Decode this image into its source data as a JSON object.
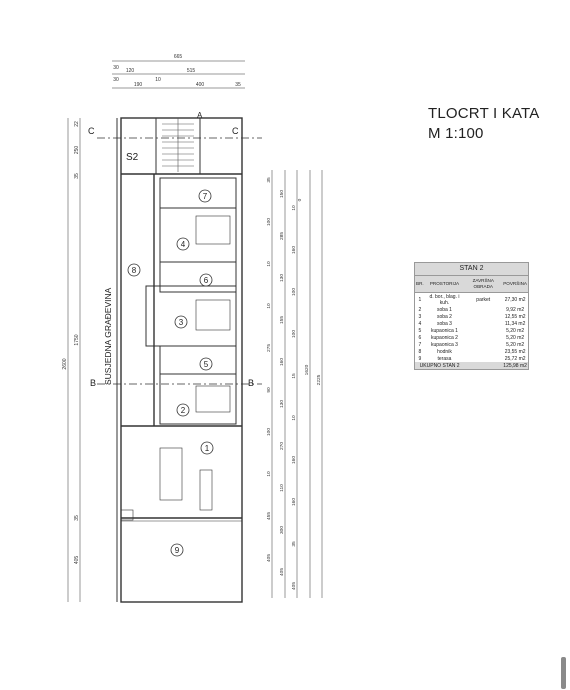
{
  "title": {
    "line1": "TLOCRT I KATA",
    "line2": "M 1:100"
  },
  "sections": {
    "c": "C",
    "b": "B",
    "a": "A",
    "stair": "S2"
  },
  "neighbor_label": "SUSJEDNA GRAĐEVINA",
  "rooms": [
    "1",
    "2",
    "3",
    "4",
    "5",
    "6",
    "7",
    "8",
    "9"
  ],
  "top_dims": {
    "total": "665",
    "inner": "515",
    "d120": "120",
    "d30a": "30",
    "d30b": "30",
    "d190": "190",
    "d10": "10",
    "d400": "400",
    "d35": "35"
  },
  "left_dims": [
    "22",
    "250",
    "35",
    "1750",
    "2600",
    "35",
    "405"
  ],
  "right_dims": [
    "35",
    "150",
    "10",
    "100",
    "285",
    "160",
    "10",
    "130",
    "100",
    "10",
    "155",
    "100",
    "275",
    "160",
    "15",
    "90",
    "130",
    "10",
    "100",
    "270",
    "160",
    "10",
    "110",
    "160",
    "455",
    "300",
    "35",
    "405",
    "405",
    "405"
  ],
  "big_right": [
    "1620",
    "2225",
    "0"
  ],
  "legend": {
    "title": "STAN 2",
    "headers": [
      "BR.",
      "PROSTORIJA",
      "ZAVRŠNA OBRADA",
      "POVRŠINA"
    ],
    "rows": [
      [
        "1",
        "d. bor., blag. i kuh.",
        "parket",
        "27,30 m2"
      ],
      [
        "2",
        "soba 1",
        "",
        "9,92 m2"
      ],
      [
        "3",
        "soba 2",
        "",
        "12,55 m2"
      ],
      [
        "4",
        "soba 3",
        "",
        "11,34 m2"
      ],
      [
        "5",
        "kupaonica 1",
        "",
        "5,20 m2"
      ],
      [
        "6",
        "kupaonica 2",
        "",
        "5,20 m2"
      ],
      [
        "7",
        "kupaonica 3",
        "",
        "5,20 m2"
      ],
      [
        "8",
        "hodnik",
        "",
        "23,55 m2"
      ],
      [
        "9",
        "terasa",
        "",
        "25,72 m2"
      ]
    ],
    "total_label": "UKUPNO STAN 2",
    "total_value": "125,98 m2"
  }
}
